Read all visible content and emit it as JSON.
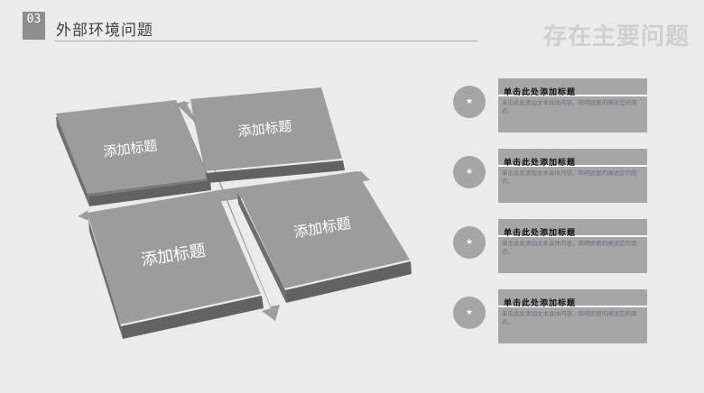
{
  "header": {
    "number": "03",
    "section_title": "外部环境问题",
    "page_title": "存在主要问题"
  },
  "matrix": {
    "tiles": [
      "添加标题",
      "添加标题",
      "添加标题",
      "添加标题"
    ]
  },
  "items": [
    {
      "title": "单击此处添加标题",
      "body": "单击此处添加文本具体内容，简明扼要的阐述您的观点。",
      "icon": "star-icon"
    },
    {
      "title": "单击此处添加标题",
      "body": "单击此处添加文本具体内容，简明扼要的阐述您的观点。",
      "icon": "star-icon"
    },
    {
      "title": "单击此处添加标题",
      "body": "单击此处添加文本具体内容，简明扼要的阐述您的观点。",
      "icon": "star-icon"
    },
    {
      "title": "单击此处添加标题",
      "body": "单击此处添加文本具体内容，简明扼要的阐述您的观点。",
      "icon": "star-icon"
    }
  ],
  "colors": {
    "background": "#ebebeb",
    "tile_top": "#9b9b9b",
    "tile_side": "#6f6f6f",
    "card": "#a6a6a6",
    "dot": "#a5a5a5",
    "watermark_title": "#cfcfcf"
  }
}
